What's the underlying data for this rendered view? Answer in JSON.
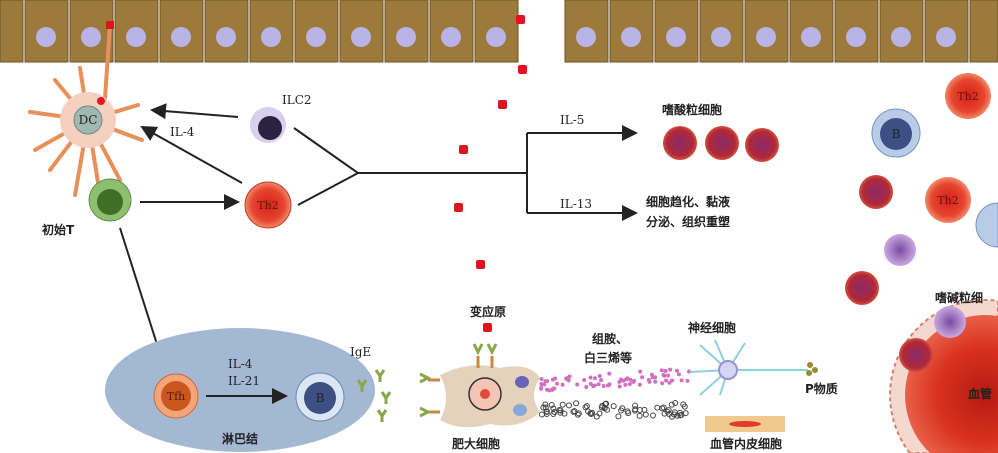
{
  "cells": {
    "dc": "DC",
    "ilc2": "ILC2",
    "th2": "Th2",
    "naive_t": "初始T",
    "tfh": "Tfh",
    "b": "B",
    "eosinophil": "嗜酸粒细胞",
    "mast_cell": "肥大细胞",
    "nerve_cell": "神经细胞",
    "endothelial": "血管内皮细胞",
    "basophil": "嗜碱粒细",
    "vessel": "血管",
    "lymph_node": "淋巴结"
  },
  "cytokines": {
    "il4": "IL-4",
    "il5": "IL-5",
    "il13": "IL-13",
    "il4_b": "IL-4",
    "il21": "IL-21",
    "ige": "IgE"
  },
  "effects": {
    "il13_line1": "细胞趋化、黏液",
    "il13_line2": "分泌、组织重塑",
    "allergen": "变应原",
    "mediators_line1": "组胺、",
    "mediators_line2": "白三烯等",
    "substance_p": "P物质"
  },
  "colors": {
    "epithelium": "#9b7a3c",
    "nucleus": "#b9b3e6",
    "allergen": "#e0141e",
    "th2": "#e8402a",
    "lymph_node": "#a3b8d3"
  }
}
